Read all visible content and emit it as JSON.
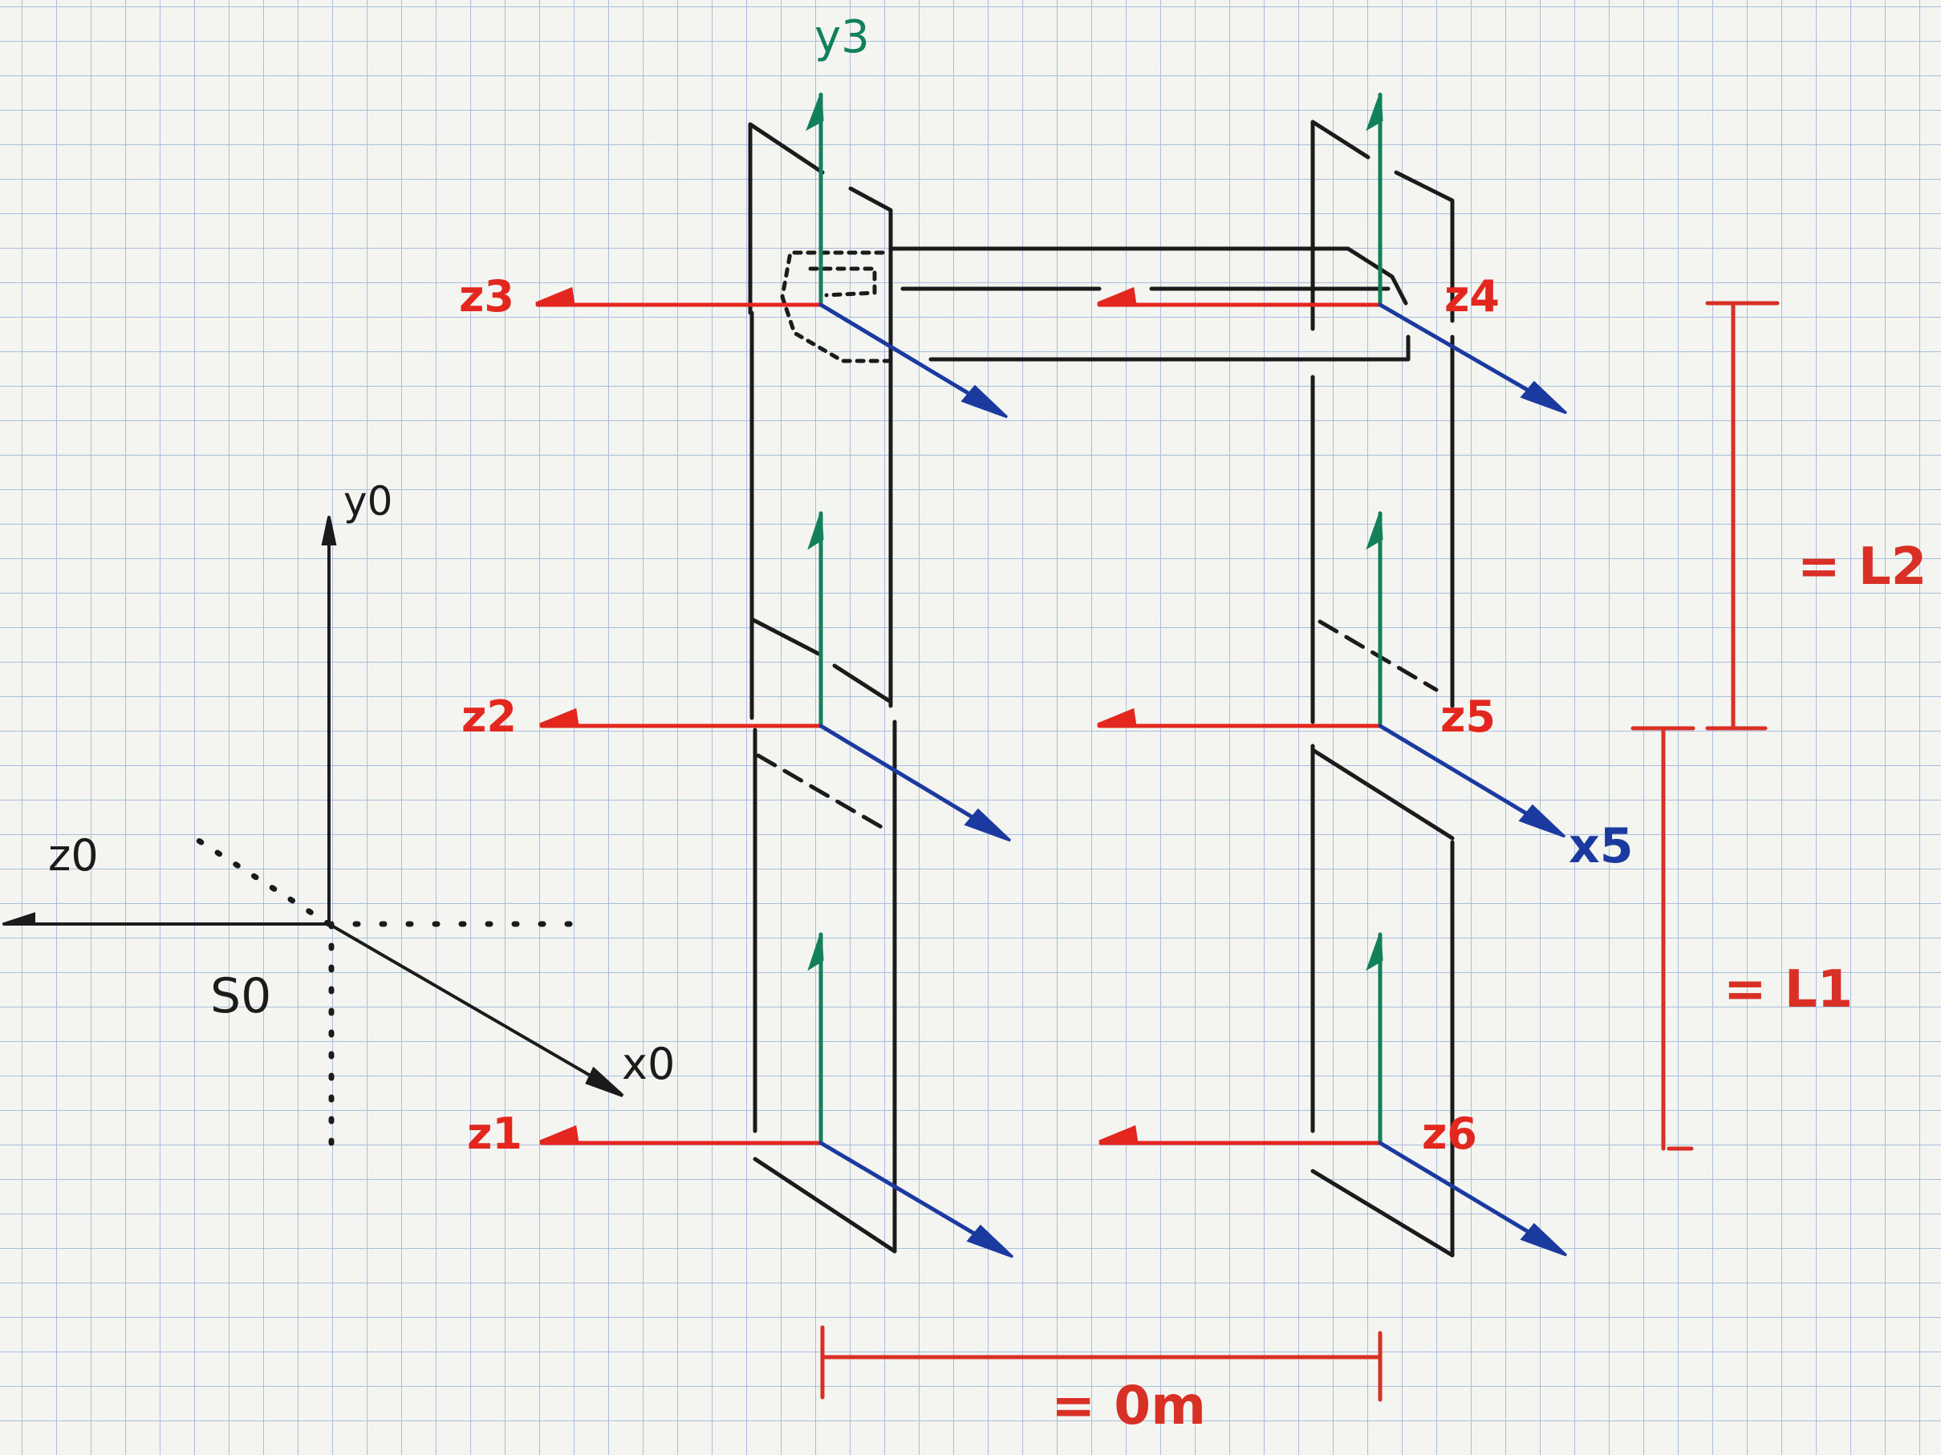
{
  "colors": {
    "paper": "#f4f4f1",
    "grid": "#a9bedc",
    "frame": "#1b1b1b",
    "z_axis": "#e3261e",
    "y_axis": "#12805a",
    "x_axis": "#1b3aa0",
    "dim": "#d93025"
  },
  "base_frame": {
    "y_label": "y0",
    "z_label": "z0",
    "x_label": "x0",
    "origin_label": "S0"
  },
  "joint_labels": {
    "y3": "y3",
    "z1": "z1",
    "z2": "z2",
    "z3": "z3",
    "z4": "z4",
    "z5": "z5",
    "z6": "z6",
    "x5": "x5"
  },
  "dimensions": {
    "l2": "= L2",
    "l1": "= L1",
    "om": "= 0m"
  }
}
